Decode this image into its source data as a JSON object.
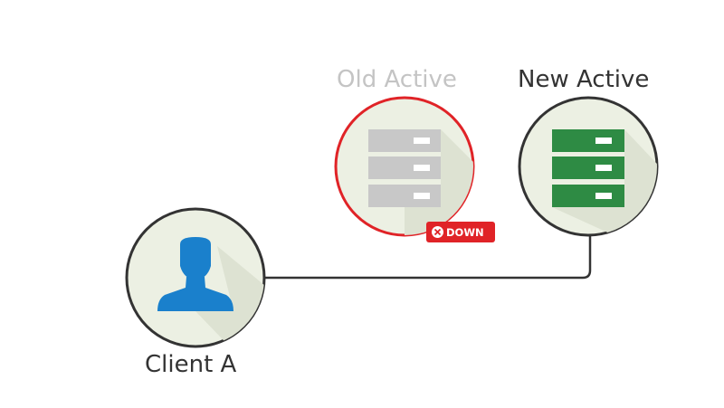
{
  "nodes": {
    "old_active": {
      "label": "Old Active",
      "status": "DOWN"
    },
    "new_active": {
      "label": "New Active"
    },
    "client": {
      "label": "Client A"
    }
  },
  "colors": {
    "circle_fill": "#ecf0e3",
    "circle_border": "#333333",
    "down_border": "#e02327",
    "down_badge": "#e02327",
    "server_inactive": "#c8c8c8",
    "server_active": "#2e8b44",
    "user_icon": "#1a80cc",
    "line": "#333333",
    "label_inactive": "#c4c4c4",
    "label_active": "#333333"
  }
}
